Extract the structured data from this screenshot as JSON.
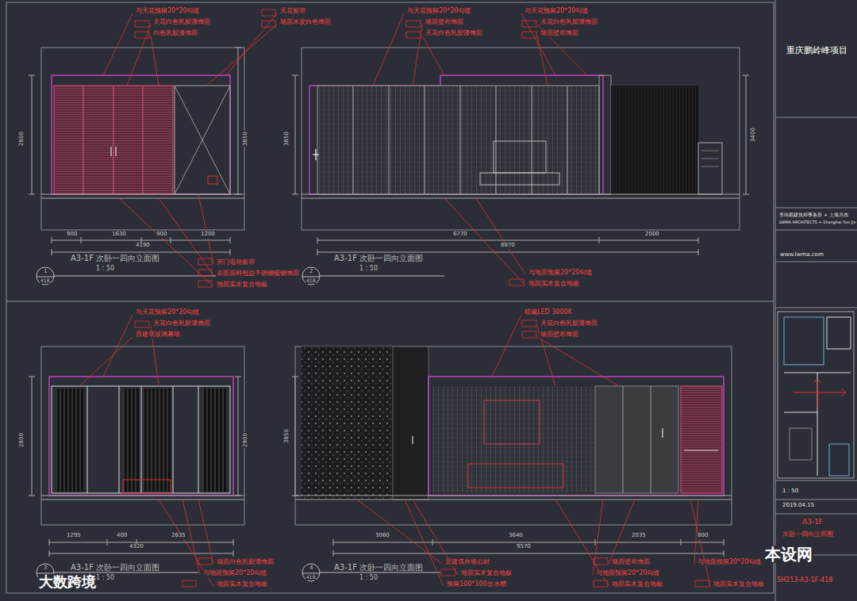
{
  "diagram": {
    "title": "重庆鹏岭峰项目",
    "labels": [
      "与天花预留20*20勾缝",
      "天花白色乳胶漆饰面",
      "白色乳胶漆饰面",
      "天花窗帘",
      "墙面木皮白色饰面",
      "2800",
      "3850",
      "900",
      "1630",
      "900",
      "1200",
      "4190",
      "A3-1F  次卧一四向立面图",
      "1 : 50",
      "1",
      "418",
      "开门电动窗帘",
      "表面面料包边不锈钢镀钢饰面",
      "地面实木复合地板",
      "与天花预留20*20勾缝",
      "墙面壁布饰面",
      "天花白色乳胶漆饰面",
      "与天花预留20*20勾缝",
      "天花白色乳胶漆饰面",
      "墙面壁布饰面",
      "3850",
      "3400",
      "6770",
      "2000",
      "8870",
      "A3-1F  次卧一四向立面图",
      "1 : 50",
      "2",
      "418",
      "与地面预留20*20勾缝",
      "地面实木复合地板",
      "与天花预留20*20勾缝",
      "天花白色乳胶漆饰面",
      "原建筑玻璃幕墙",
      "2800",
      "2900",
      "1295",
      "400",
      "2635",
      "4320",
      "A3-1F  次卧一四向立面图",
      "1 : 50",
      "3",
      "418",
      "墙面白色乳胶漆饰面",
      "与地面预留20*20勾缝",
      "地面实木复合地板",
      "暗藏LED  3000K",
      "天花白色乳胶漆饰面",
      "墙面壁布饰面",
      "3850",
      "3060",
      "3640",
      "2035",
      "800",
      "9570",
      "A3-1F  次卧一四向立面图",
      "1 : 50",
      "4",
      "418",
      "原建筑外墙石材",
      "地面实木复合地板",
      "预留100*100出水槽",
      "墙面壁布饰面",
      "与地面预留20*20勾缝",
      "地面实木复合地板",
      "与地面预留20*20勾缝",
      "地面实木复合地板",
      "李玮珉建筑师事务所 + 上海月杰",
      "LWMA ARCHITECTS + Shanghai Yue Jie",
      "www.lwma.com",
      "1 : 50",
      "2019.04.15",
      "A3-1F",
      "次卧一四向立面图",
      "SH213-A3-1F-418",
      "本设网",
      "大数跨境"
    ]
  }
}
